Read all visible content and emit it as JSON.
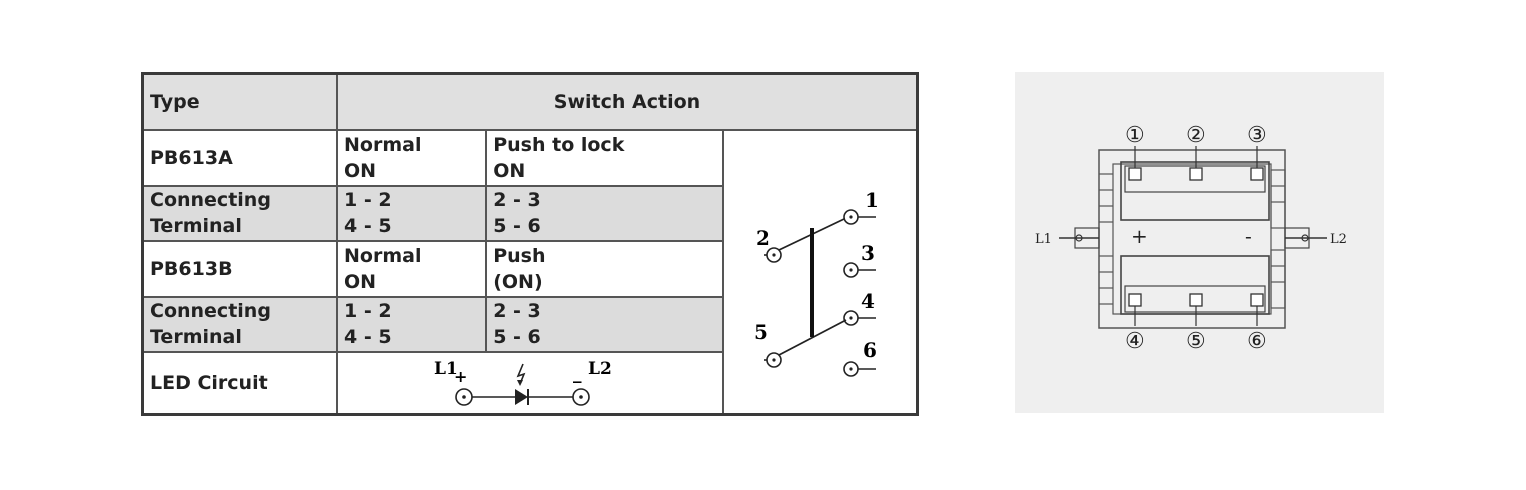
{
  "table": {
    "header": {
      "type": "Type",
      "action": "Switch Action"
    },
    "rows": [
      {
        "type": "PB613A",
        "a1": "Normal",
        "a2": "ON",
        "b1": "Push to lock",
        "b2": "ON"
      },
      {
        "type1": "Connecting",
        "type2": "Terminal",
        "a1": "1 - 2",
        "a2": "4 - 5",
        "b1": "2 - 3",
        "b2": "5 - 6"
      },
      {
        "type": "PB613B",
        "a1": "Normal",
        "a2": "ON",
        "b1": "Push",
        "b2": "(ON)"
      },
      {
        "type1": "Connecting",
        "type2": "Terminal",
        "a1": "1 - 2",
        "a2": "4 - 5",
        "b1": "2 - 3",
        "b2": "5 - 6"
      },
      {
        "type": "LED Circuit"
      }
    ],
    "led": {
      "l1": "L1",
      "plus": "+",
      "minus": "_",
      "l2": "L2"
    }
  },
  "switch_diagram": {
    "terminals": [
      "1",
      "2",
      "3",
      "4",
      "5",
      "6"
    ]
  },
  "pinout": {
    "top_pins": [
      "①",
      "②",
      "③"
    ],
    "bottom_pins": [
      "④",
      "⑤",
      "⑥"
    ],
    "left_label": "L1",
    "right_label": "L2",
    "plus": "+",
    "minus": "-"
  }
}
